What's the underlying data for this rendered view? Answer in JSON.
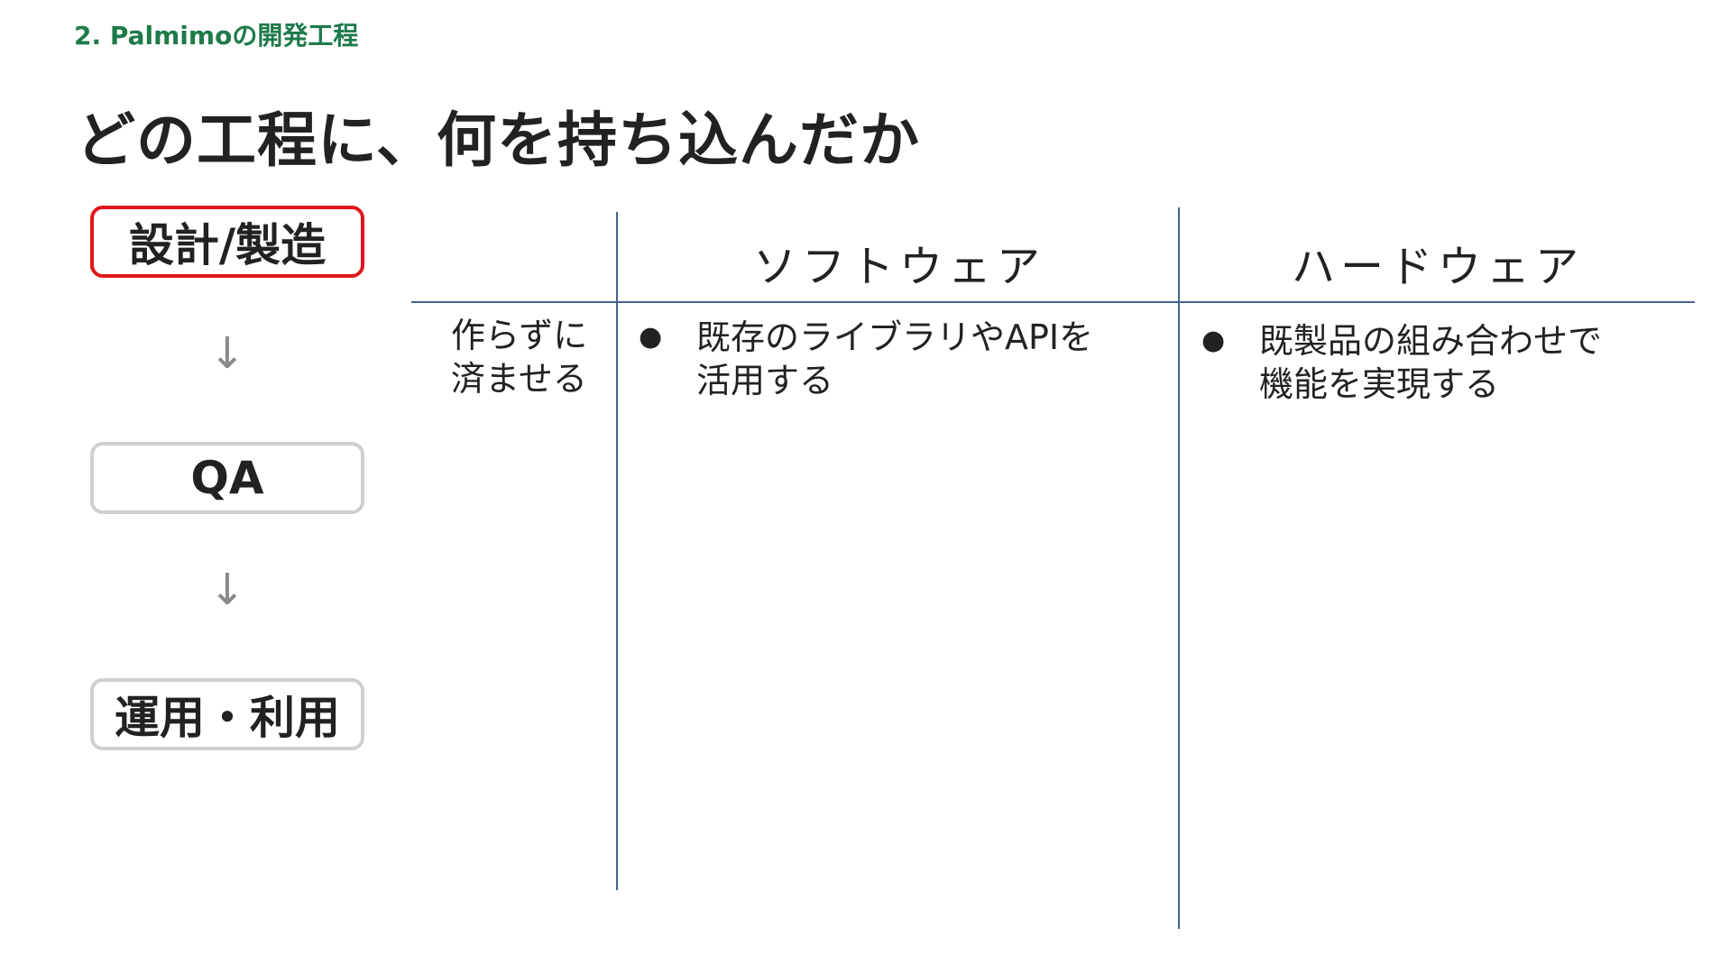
{
  "header": {
    "section_label": "2. Palmimoの開発工程",
    "title": "どの工程に、何を持ち込んだか"
  },
  "flow": {
    "stages": [
      {
        "label": "設計/製造",
        "active": true
      },
      {
        "label": "QA",
        "active": false
      },
      {
        "label": "運用・利用",
        "active": false
      }
    ],
    "arrow": "↓"
  },
  "table": {
    "columns": [
      "ソフトウェア",
      "ハードウェア"
    ],
    "rows": [
      {
        "label_lines": [
          "作らずに",
          "済ませる"
        ],
        "cells": [
          {
            "bullet": "●",
            "lines": [
              "既存のライブラリやAPIを",
              "活用する"
            ]
          },
          {
            "bullet": "●",
            "lines": [
              "既製品の組み合わせで",
              "機能を実現する"
            ]
          }
        ]
      }
    ]
  },
  "colors": {
    "section_label": "#1e7a4a",
    "active_border": "#e0161c",
    "inactive_border": "#cfcfcf",
    "table_lines": "#44618f"
  }
}
